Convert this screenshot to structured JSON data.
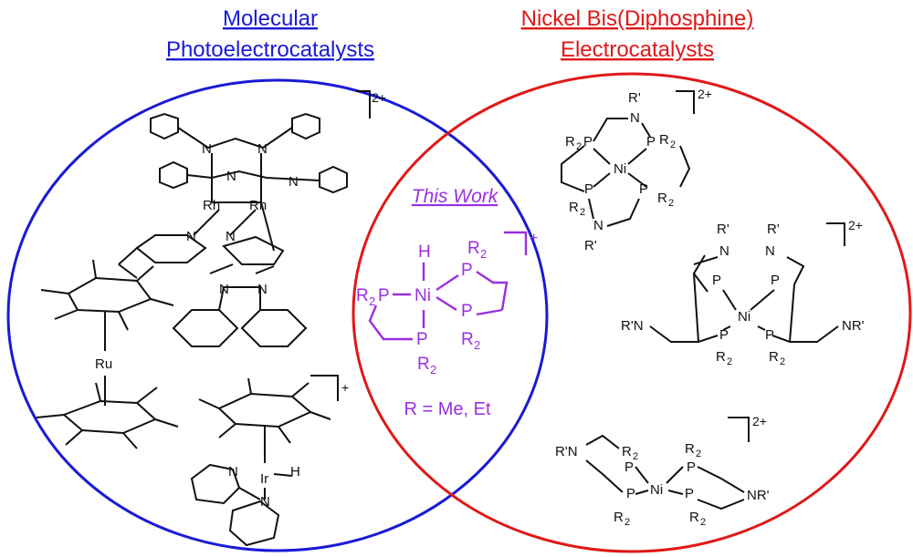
{
  "titles": {
    "left_line1": "Molecular",
    "left_line2": "Photoelectrocatalysts",
    "right_line1": "Nickel Bis(Diphosphine)",
    "right_line2": "Electrocatalysts",
    "center": "This Work"
  },
  "colors": {
    "left_circle": "#1a1ad6",
    "right_circle": "#e01818",
    "center_text": "#9a2fe0",
    "structure_ink": "#111111"
  },
  "center_complex": {
    "charge": "+",
    "atoms": {
      "metal": "Ni",
      "hydride": "H",
      "p_label": "P",
      "r2_label": "R",
      "r2_sub": "2",
      "r2p_left": "R",
      "r2p_left_sub": "2",
      "r2p_left_p": "P"
    },
    "caption": "R = Me, Et"
  },
  "left_structures": {
    "rh_dimer": {
      "charge": "2+",
      "metal1": "Rh",
      "metal2": "Rh",
      "n_label": "N"
    },
    "ruthenocene": {
      "metal": "Ru"
    },
    "ir_complex": {
      "charge": "+",
      "metal": "Ir",
      "hydride": "H",
      "n_label": "N"
    }
  },
  "right_structures": {
    "complex1": {
      "charge": "2+",
      "metal": "Ni",
      "p_label": "P",
      "r2_label": "R",
      "r2_sub": "2",
      "n_label": "N",
      "rprime": "R'"
    },
    "complex2": {
      "charge": "2+",
      "metal": "Ni",
      "p_label": "P",
      "r2_label": "R",
      "r2_sub": "2",
      "n_label": "N",
      "rprime": "R'",
      "left_amine": "R'N",
      "right_amine": "NR'"
    },
    "complex3": {
      "charge": "2+",
      "metal": "Ni",
      "p_label": "P",
      "r2_label": "R",
      "r2_sub": "2",
      "left_amine": "R'N",
      "right_amine": "NR'"
    }
  }
}
